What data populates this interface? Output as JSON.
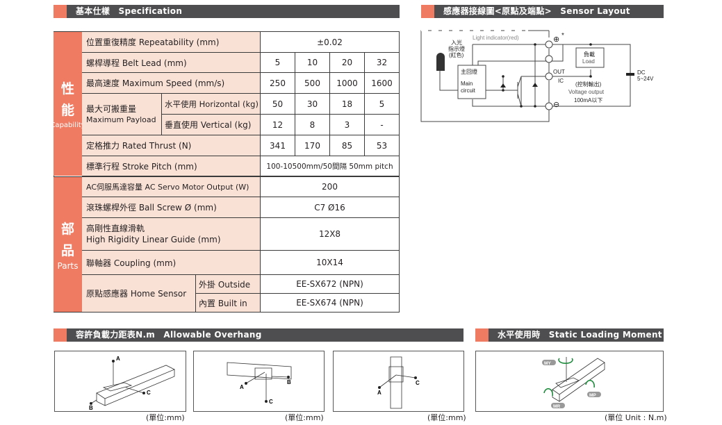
{
  "headers": {
    "spec": "基本仕樣　Specification",
    "sensor": "感應器接線圖<原點及端點>　Sensor Layout",
    "overhang": "容許負載力距表N.m　Allowable Overhang",
    "moment": "水平使用時　Static Loading Moment"
  },
  "categories": {
    "performance": {
      "zh1": "性",
      "zh2": "能",
      "en": "Capability"
    },
    "parts": {
      "zh1": "部",
      "zh2": "品",
      "en": "Parts"
    }
  },
  "spec": {
    "repeatability": {
      "label": "位置重復精度  Repeatability (mm)",
      "value": "±0.02"
    },
    "lead": {
      "label": "螺桿導程  Belt Lead (mm)",
      "values": [
        "5",
        "10",
        "20",
        "32"
      ]
    },
    "speed": {
      "label": "最高速度  Maximum Speed (mm/s)",
      "values": [
        "250",
        "500",
        "1000",
        "1600"
      ]
    },
    "payload": {
      "label_zh": "最大可搬重量",
      "label_en": "Maximum Payload",
      "horizontal": {
        "label": "水平使用 Horizontal (kg)",
        "values": [
          "50",
          "30",
          "18",
          "5"
        ]
      },
      "vertical": {
        "label": "垂直使用 Vertical (kg)",
        "values": [
          "12",
          "8",
          "3",
          "-"
        ]
      }
    },
    "thrust": {
      "label": "定格推力 Rated Thrust (N)",
      "values": [
        "341",
        "170",
        "85",
        "53"
      ]
    },
    "stroke": {
      "label": "標準行程 Stroke Pitch (mm)",
      "value": "100-10500mm/50間隔  50mm pitch"
    },
    "motor": {
      "label": "AC伺服馬達容量 AC Servo Motor Output (W)",
      "value": "200"
    },
    "screw": {
      "label": "滾珠螺桿外徑 Ball Screw Ø (mm)",
      "value": "C7 Ø16"
    },
    "guide": {
      "label_zh": "高剛性直線滑軌",
      "label_en": "High Rigidity Linear Guide (mm)",
      "value": "12X8"
    },
    "coupling": {
      "label": "聯軸器  Coupling (mm)",
      "value": "10X14"
    },
    "sensor": {
      "label": "原點感應器 Home Sensor",
      "outside": {
        "label": "外掛 Outside",
        "value": "EE-SX672 (NPN)"
      },
      "builtin": {
        "label": "內置 Built in",
        "value": "EE-SX674 (NPN)"
      }
    }
  },
  "circuit": {
    "light_indicator": "Light indicator(red)",
    "led_zh1": "入光",
    "led_zh2": "指示燈",
    "led_zh3": "(紅色)",
    "main_zh": "主回燈",
    "main_en1": "Main",
    "main_en2": "circuit",
    "plus": "⊕",
    "star": "*",
    "minus": "⊖",
    "out": "OUT",
    "ic": "IC",
    "load_zh": "負載",
    "load_en": "Load",
    "control": "(控制輸出)",
    "voltage": "Voltage output",
    "current": "100mA以下",
    "dc": "DC",
    "dc_v": "5~24V"
  },
  "diagrams": {
    "a": "A",
    "b": "B",
    "c": "C",
    "my": "MY",
    "mp": "MP",
    "mr": "MR",
    "unit_mm": "(單位:mm)",
    "unit_nm": "(單位 Unit : N.m)"
  },
  "colors": {
    "accent": "#ef7b63",
    "header": "#4e4e50",
    "label_bg": "#f9e1d6",
    "arrow": "#1e8c3c"
  }
}
